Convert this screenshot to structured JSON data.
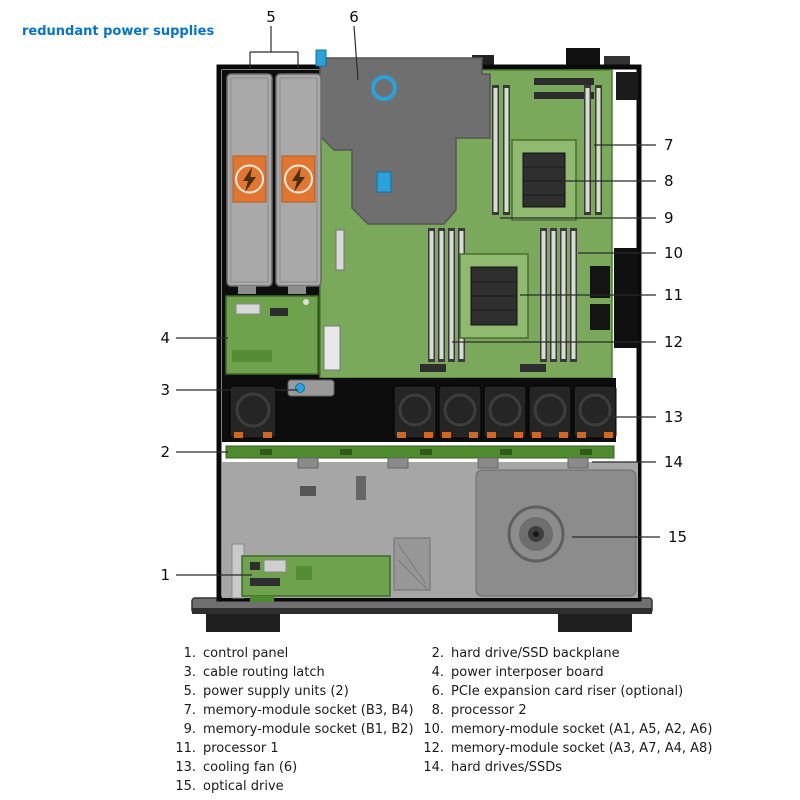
{
  "title": "redundant power supplies",
  "callouts": {
    "c1": "1",
    "c2": "2",
    "c3": "3",
    "c4": "4",
    "c5": "5",
    "c6": "6",
    "c7": "7",
    "c8": "8",
    "c9": "9",
    "c10": "10",
    "c11": "11",
    "c12": "12",
    "c13": "13",
    "c14": "14",
    "c15": "15"
  },
  "legend": {
    "left": [
      {
        "num": "1.",
        "label": "control panel"
      },
      {
        "num": "3.",
        "label": "cable routing latch"
      },
      {
        "num": "5.",
        "label": "power supply units (2)"
      },
      {
        "num": "7.",
        "label": "memory-module socket (B3, B4)"
      },
      {
        "num": "9.",
        "label": "memory-module socket (B1, B2)"
      },
      {
        "num": "11.",
        "label": "processor 1"
      },
      {
        "num": "13.",
        "label": "cooling fan (6)"
      },
      {
        "num": "15.",
        "label": "optical drive"
      }
    ],
    "right": [
      {
        "num": "2.",
        "label": "hard drive/SSD backplane"
      },
      {
        "num": "4.",
        "label": "power interposer board"
      },
      {
        "num": "6.",
        "label": "PCIe expansion card riser (optional)"
      },
      {
        "num": "8.",
        "label": "processor 2"
      },
      {
        "num": "10.",
        "label": "memory-module socket (A1, A5, A2, A6)"
      },
      {
        "num": "12.",
        "label": "memory-module socket (A3, A7, A4, A8)"
      },
      {
        "num": "14.",
        "label": "hard drives/SSDs"
      }
    ]
  },
  "icons": {
    "psu_label": "lightning-bolt"
  },
  "colors": {
    "accent_blue": "#0673cc",
    "pcb_green": "#7aa95c",
    "backplane_green": "#4e8a2e",
    "psu_orange": "#e0762f",
    "riser_gray": "#6f6f6f",
    "touchpoint_blue": "#2aa3dc"
  }
}
